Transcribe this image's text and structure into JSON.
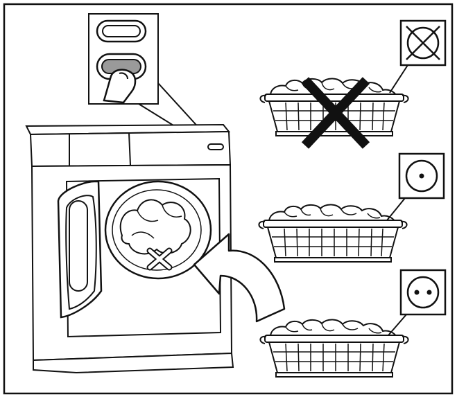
{
  "illustration": {
    "colors": {
      "line": "#111111",
      "background": "#ffffff",
      "shade": "#9a9a9a"
    },
    "inset_panel": {
      "buttons": 2,
      "pressed_button": "lower"
    },
    "dryer": {
      "door": "open",
      "drum_contents": "laundry",
      "drum_mark": "cross"
    },
    "arrow": {
      "direction": "into-dryer"
    },
    "baskets": [
      {
        "symbol": "do-not-tumble-dry-icon",
        "crossed_out": true,
        "dots": 0
      },
      {
        "symbol": "tumble-dry-low-icon",
        "crossed_out": false,
        "dots": 1
      },
      {
        "symbol": "tumble-dry-normal-icon",
        "crossed_out": false,
        "dots": 2
      }
    ]
  }
}
